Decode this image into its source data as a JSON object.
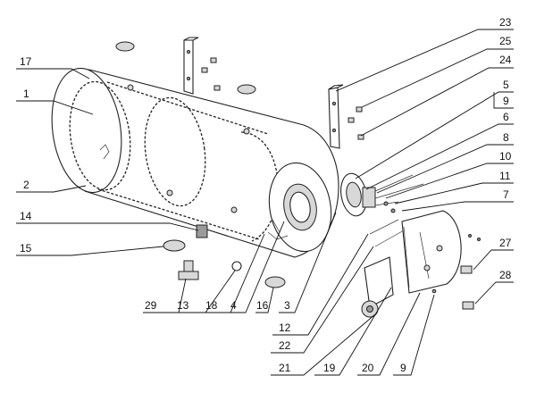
{
  "callouts": [
    {
      "id": "c23",
      "text": "23"
    },
    {
      "id": "c25",
      "text": "25"
    },
    {
      "id": "c24",
      "text": "24"
    },
    {
      "id": "c5",
      "text": "5"
    },
    {
      "id": "c9a",
      "text": "9"
    },
    {
      "id": "c6",
      "text": "6"
    },
    {
      "id": "c8",
      "text": "8"
    },
    {
      "id": "c10",
      "text": "10"
    },
    {
      "id": "c11",
      "text": "11"
    },
    {
      "id": "c7",
      "text": "7"
    },
    {
      "id": "c27",
      "text": "27"
    },
    {
      "id": "c28",
      "text": "28"
    },
    {
      "id": "c17",
      "text": "17"
    },
    {
      "id": "c1",
      "text": "1"
    },
    {
      "id": "c2",
      "text": "2"
    },
    {
      "id": "c14",
      "text": "14"
    },
    {
      "id": "c15",
      "text": "15"
    },
    {
      "id": "c29",
      "text": "29"
    },
    {
      "id": "c13",
      "text": "13"
    },
    {
      "id": "c18",
      "text": "18"
    },
    {
      "id": "c4",
      "text": "4"
    },
    {
      "id": "c16",
      "text": "16"
    },
    {
      "id": "c3",
      "text": "3"
    },
    {
      "id": "c12",
      "text": "12"
    },
    {
      "id": "c22",
      "text": "22"
    },
    {
      "id": "c21",
      "text": "21"
    },
    {
      "id": "c19",
      "text": "19"
    },
    {
      "id": "c20",
      "text": "20"
    },
    {
      "id": "c9b",
      "text": "9"
    }
  ]
}
